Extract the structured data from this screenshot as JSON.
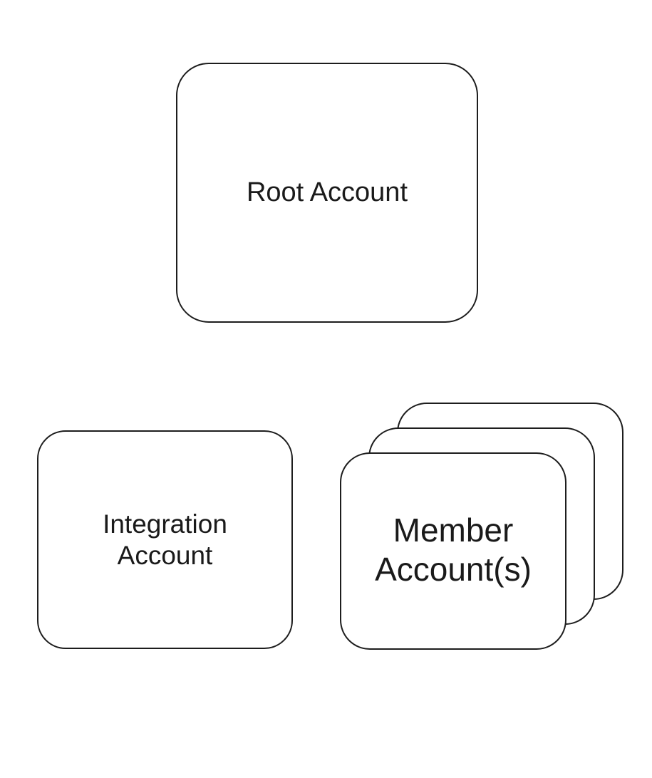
{
  "diagram": {
    "type": "node-diagram",
    "background_color": "#ffffff",
    "stroke_color": "#1d1d1d",
    "text_color": "#1a1a1a",
    "nodes": [
      {
        "id": "root-account",
        "label": "Root Account",
        "shape": "rounded-rectangle",
        "stacked": false
      },
      {
        "id": "integration-account",
        "label": "Integration\nAccount",
        "shape": "rounded-rectangle",
        "stacked": false
      },
      {
        "id": "member-accounts",
        "label": "Member\nAccount(s)",
        "shape": "stacked-rounded-rectangle",
        "stacked": true,
        "stack_count": 3
      }
    ]
  }
}
